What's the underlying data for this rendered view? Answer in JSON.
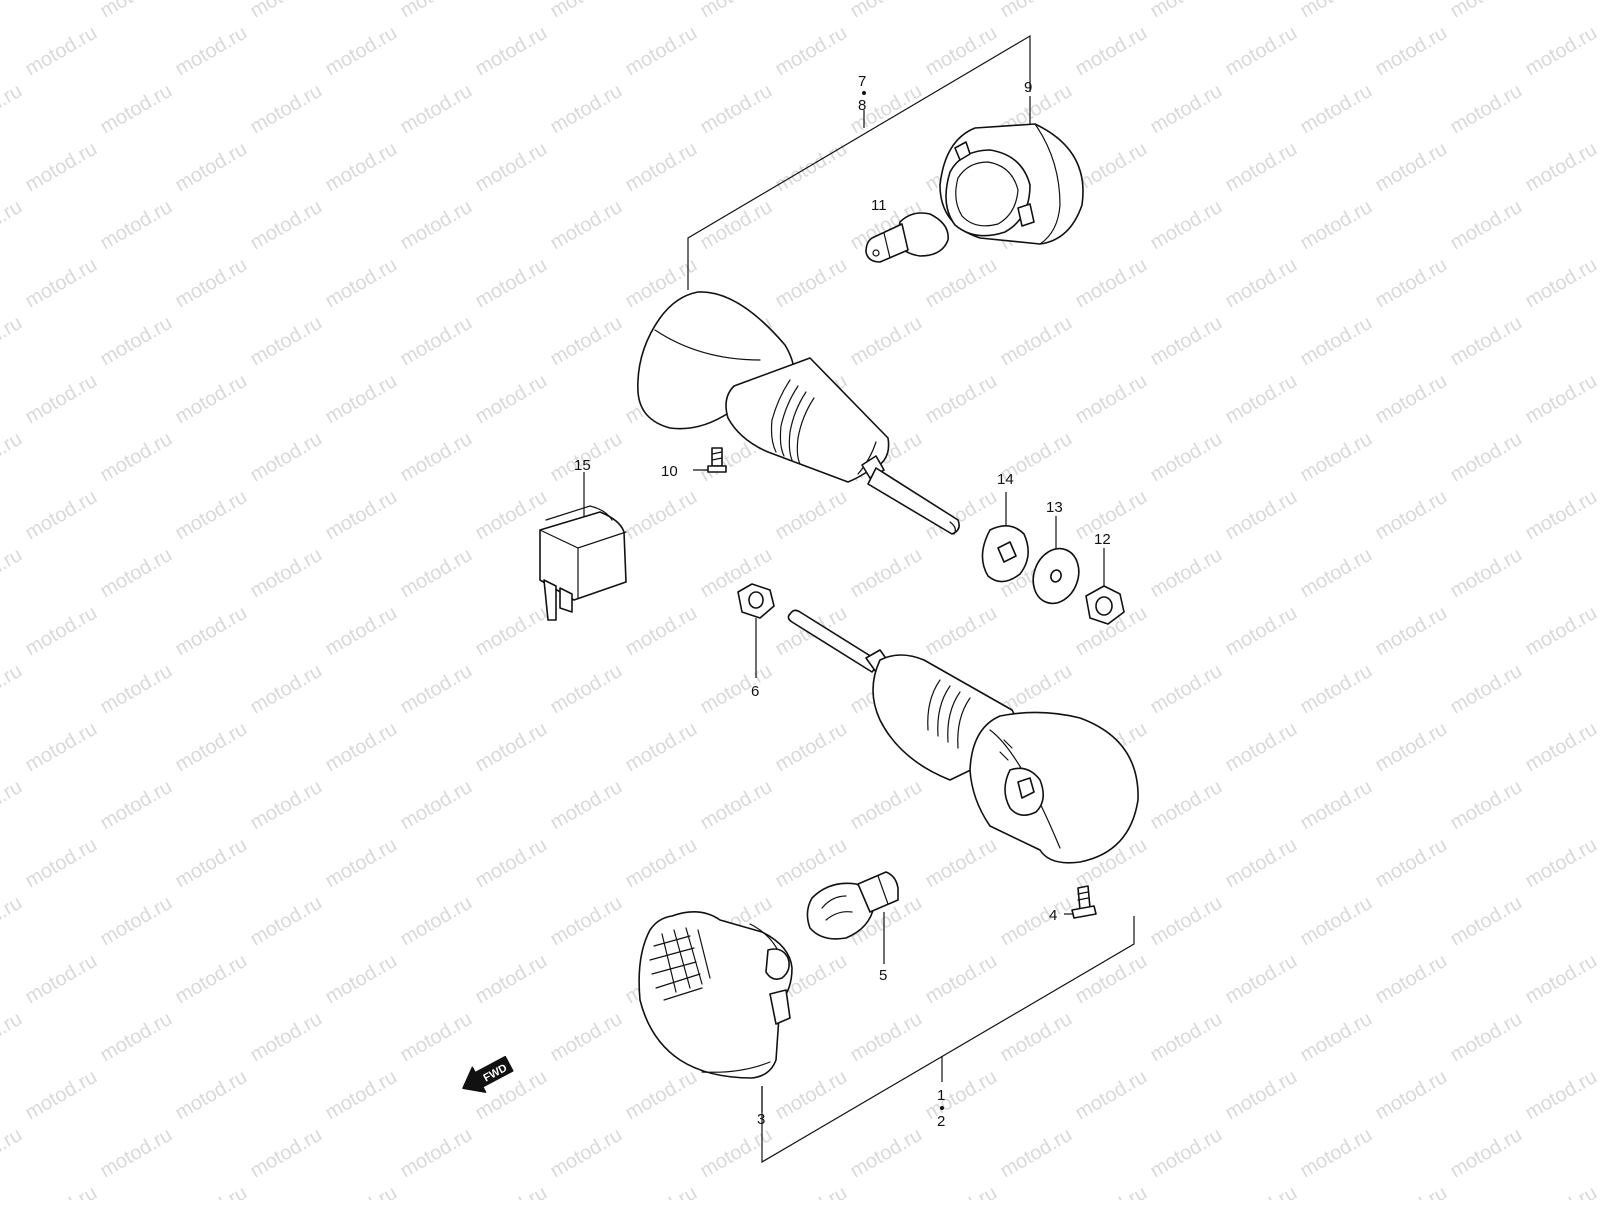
{
  "watermark": "motod.ru",
  "fwd_label": "FWD",
  "callouts": {
    "c1": "1",
    "c2": "2",
    "c3": "3",
    "c4": "4",
    "c5": "5",
    "c6": "6",
    "c7": "7",
    "c8": "8",
    "c9": "9",
    "c10": "10",
    "c11": "11",
    "c12": "12",
    "c13": "13",
    "c14": "14",
    "c15": "15"
  }
}
